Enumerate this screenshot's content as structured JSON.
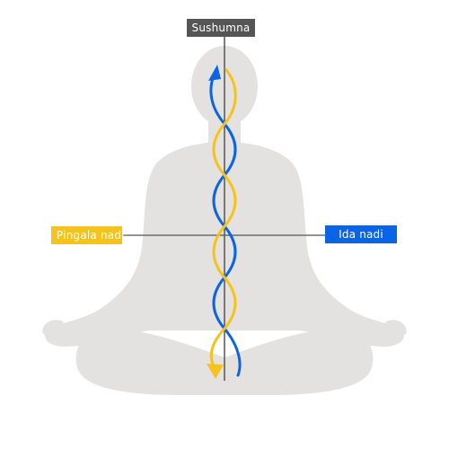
{
  "labels": {
    "sushumna": "Sushumna",
    "pingala": "Pingala nadi",
    "ida": "Ida nadi"
  },
  "colors": {
    "silhouette": "#e4e1e1",
    "sushumna": "#555555",
    "pingala": "#f5c31c",
    "ida": "#0b63e5",
    "connector": "#555555"
  },
  "icons": {
    "figure": "meditating-figure-silhouette",
    "top_arrow": "arrowhead-up",
    "bottom_arrow": "arrowhead-down"
  }
}
